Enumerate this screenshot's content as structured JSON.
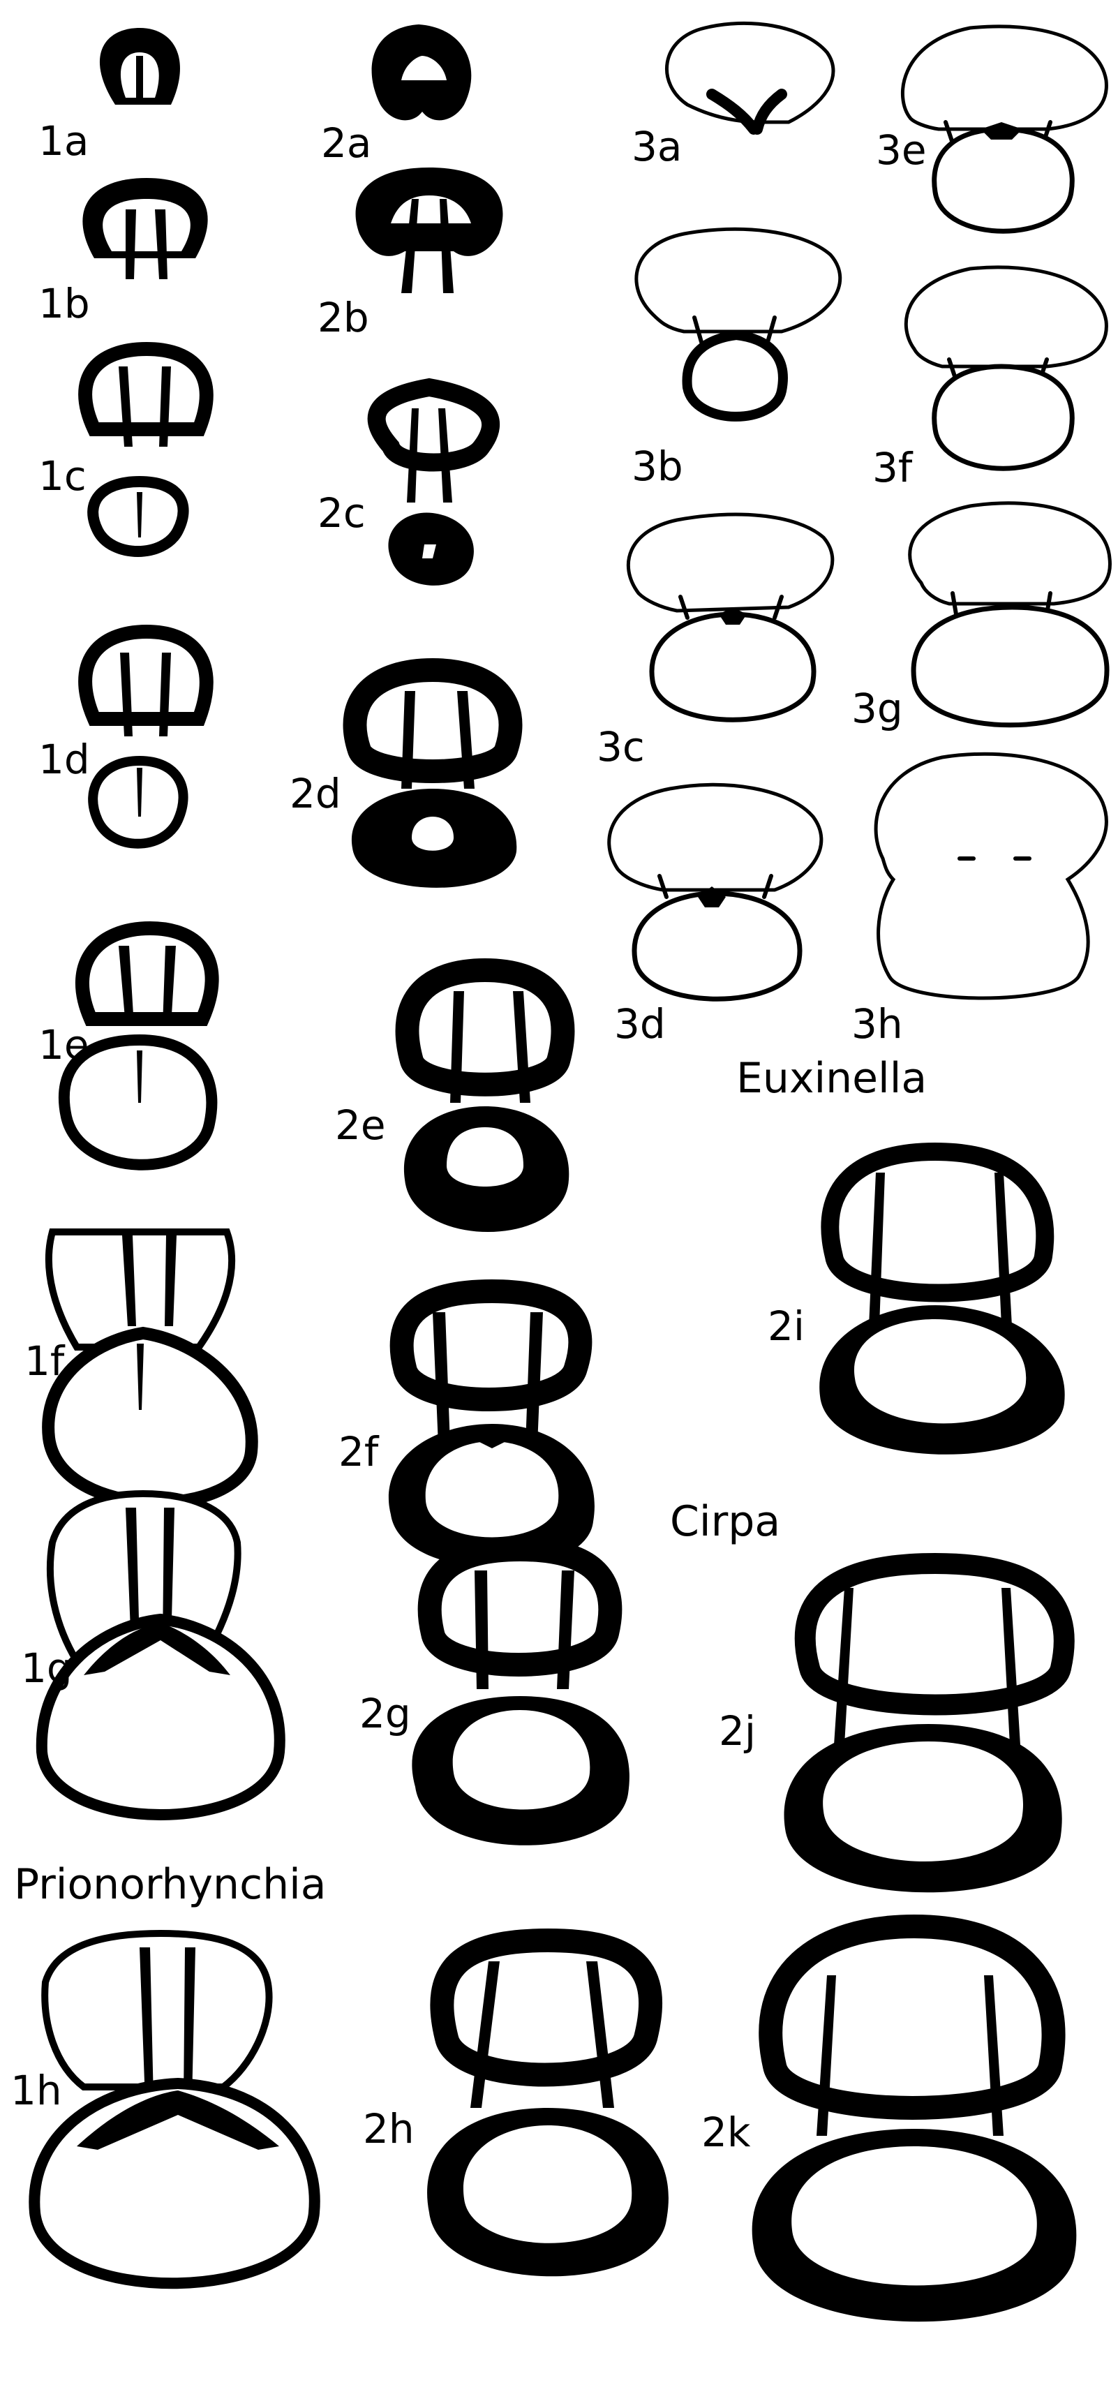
{
  "figure": {
    "labels": {
      "1a": "1a",
      "1b": "1b",
      "1c": "1c",
      "1d": "1d",
      "1e": "1e",
      "1f": "1f",
      "1g": "1g",
      "1h": "1h",
      "2a": "2a",
      "2b": "2b",
      "2c": "2c",
      "2d": "2d",
      "2e": "2e",
      "2f": "2f",
      "2g": "2g",
      "2h": "2h",
      "2i": "2i",
      "2j": "2j",
      "2k": "2k",
      "3a": "3a",
      "3b": "3b",
      "3c": "3c",
      "3d": "3d",
      "3e": "3e",
      "3f": "3f",
      "3g": "3g",
      "3h": "3h"
    },
    "genera": {
      "euxinella": "Euxinella",
      "cirpa": "Cirpa",
      "prionorhynchia": "Prionorhynchia"
    }
  }
}
